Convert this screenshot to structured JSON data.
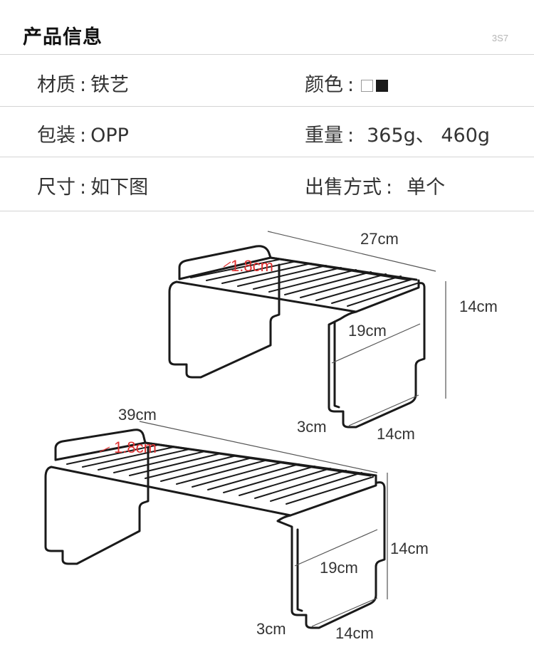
{
  "header": {
    "title": "产品信息",
    "code": "3S7"
  },
  "specs": [
    [
      {
        "label": "材质",
        "sep": ":",
        "value": "铁艺"
      },
      {
        "label": "颜色",
        "sep": ":",
        "value": ""
      }
    ],
    [
      {
        "label": "包装",
        "sep": ":",
        "value": "OPP"
      },
      {
        "label": "重量",
        "sep": ":",
        "value": "365g、 460g"
      }
    ],
    [
      {
        "label": "尺寸",
        "sep": ":",
        "value": "如下图"
      },
      {
        "label": "出售方式",
        "sep": ":",
        "value": "单个"
      }
    ]
  ],
  "colors": {
    "white_swatch": "#ffffff",
    "black_swatch": "#1a1a1a",
    "annotation": "#e03030"
  },
  "small_rack": {
    "length": "27cm",
    "height": "14cm",
    "depth": "14cm",
    "inner_height": "19cm",
    "foot": "3cm",
    "rim": "1.8cm"
  },
  "large_rack": {
    "length": "39cm",
    "height": "14cm",
    "depth": "14cm",
    "inner_height": "19cm",
    "foot": "3cm",
    "rim": "1.8cm"
  }
}
